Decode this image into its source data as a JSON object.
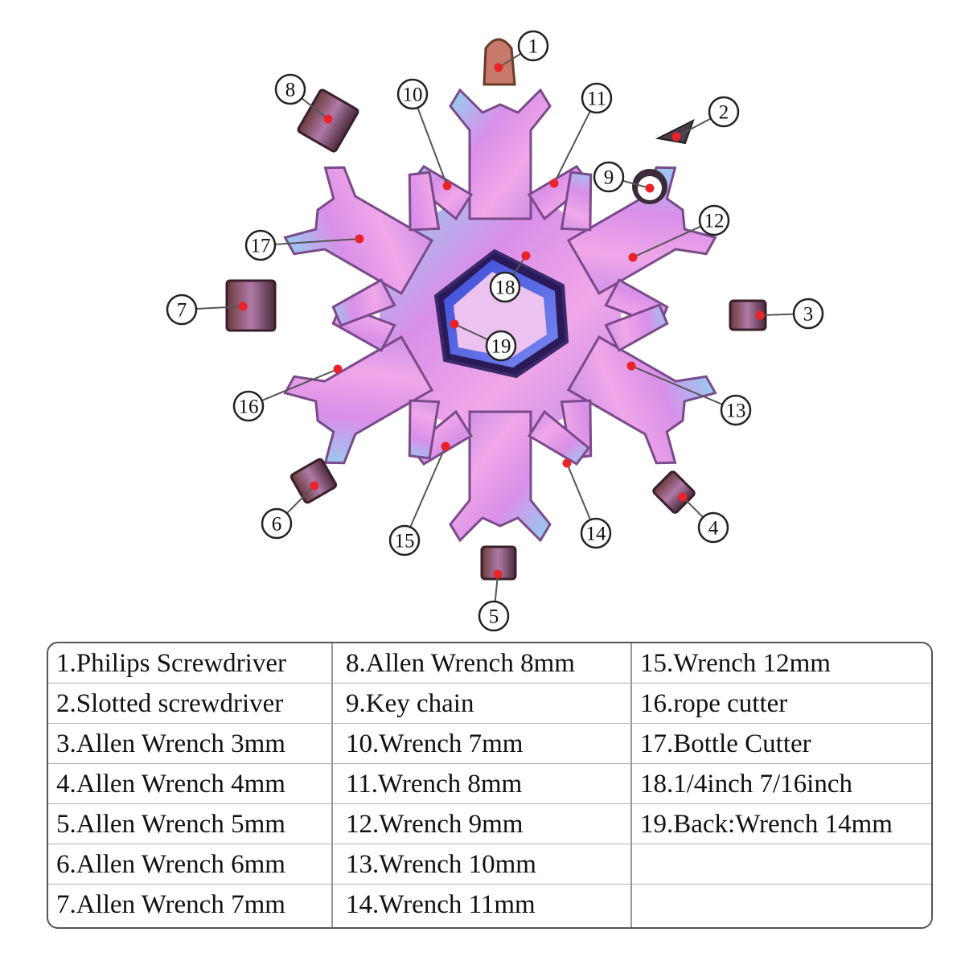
{
  "callouts": [
    "1",
    "2",
    "3",
    "4",
    "5",
    "6",
    "7",
    "8",
    "9",
    "10",
    "11",
    "12",
    "13",
    "14",
    "15",
    "16",
    "17",
    "18",
    "19"
  ],
  "colors": {
    "tool_gradient": [
      "#f2a8ea",
      "#e08be6",
      "#c98ff0",
      "#8fd3f2"
    ],
    "marker": "#e8232a",
    "line": "#555555",
    "border": "#555555"
  },
  "legend": {
    "col1": [
      "1.Philips Screwdriver",
      "2.Slotted screwdriver",
      "3.Allen Wrench 3mm",
      "4.Allen Wrench 4mm",
      "5.Allen Wrench 5mm",
      "6.Allen Wrench 6mm",
      "7.Allen Wrench 7mm"
    ],
    "col2": [
      "8.Allen Wrench 8mm",
      "9.Key chain",
      "10.Wrench 7mm",
      "11.Wrench 8mm",
      "12.Wrench 9mm",
      "13.Wrench 10mm",
      "14.Wrench 11mm"
    ],
    "col3": [
      "15.Wrench 12mm",
      "16.rope cutter",
      "17.Bottle Cutter",
      "18.1/4inch  7/16inch",
      "19.Back:Wrench 14mm",
      "",
      ""
    ]
  }
}
